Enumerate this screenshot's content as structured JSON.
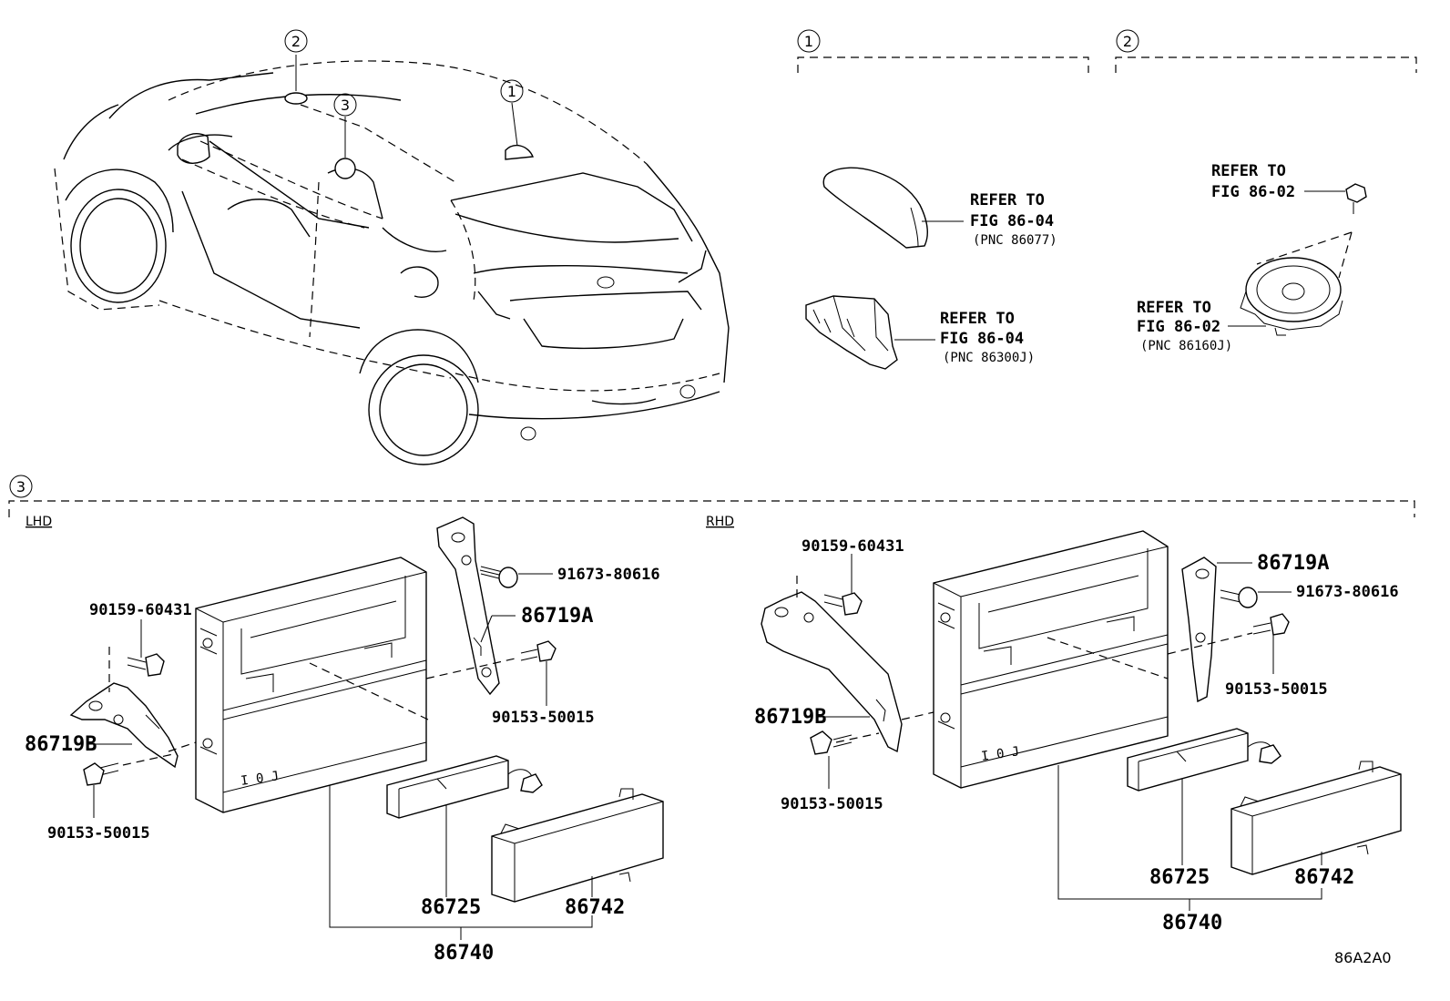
{
  "callouts": {
    "one": "1",
    "two": "2",
    "three": "3"
  },
  "vehicle_callouts": [
    "2",
    "3",
    "1"
  ],
  "group1": {
    "antenna": {
      "refer": "REFER TO",
      "fig": "FIG 86-04",
      "pnc": "(PNC 86077)"
    },
    "module": {
      "refer": "REFER TO",
      "fig": "FIG 86-04",
      "pnc": "(PNC 86300J)"
    }
  },
  "group2": {
    "screw": {
      "refer": "REFER TO",
      "fig": "FIG 86-02"
    },
    "speaker": {
      "refer": "REFER TO",
      "fig": "FIG 86-02",
      "pnc": "(PNC 86160J)"
    }
  },
  "lhd": {
    "label": "LHD",
    "p91673": "91673-80616",
    "p86719A": "86719A",
    "p90159": "90159-60431",
    "p90153_right": "90153-50015",
    "p86719B": "86719B",
    "p90153_left": "90153-50015",
    "p86725": "86725",
    "p86742": "86742",
    "p86740": "86740"
  },
  "rhd": {
    "label": "RHD",
    "p90159": "90159-60431",
    "p86719A": "86719A",
    "p91673": "91673-80616",
    "p90153_right": "90153-50015",
    "p86719B": "86719B",
    "p90153_left": "90153-50015",
    "p86725": "86725",
    "p86742": "86742",
    "p86740": "86740"
  },
  "diagram_code": "86A2A0"
}
